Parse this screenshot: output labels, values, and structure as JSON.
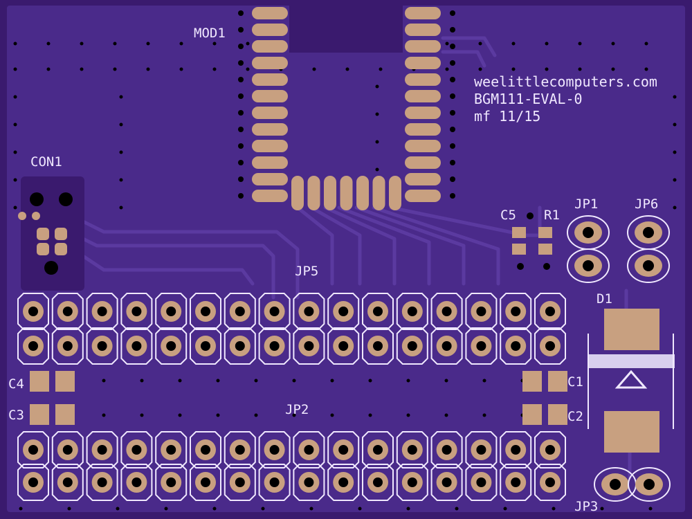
{
  "board": {
    "colors": {
      "substrate": "#3a1a6e",
      "copper_pour": "#4a2a8a",
      "trace": "#5b3aa0",
      "pad": "#c8a080",
      "silkscreen": "#f0e8ff",
      "drill": "#000000"
    },
    "silkscreen": {
      "url": "weelittlecomputers.com",
      "board_name": "BGM111-EVAL-0",
      "revision": "mf 11/15"
    },
    "designators": {
      "mod1": "MOD1",
      "con1": "CON1",
      "jp1": "JP1",
      "jp2": "JP2",
      "jp3": "JP3",
      "jp5": "JP5",
      "jp6": "JP6",
      "c1": "C1",
      "c2": "C2",
      "c3": "C3",
      "c4": "C4",
      "c5": "C5",
      "r1": "R1",
      "d1": "D1"
    }
  }
}
